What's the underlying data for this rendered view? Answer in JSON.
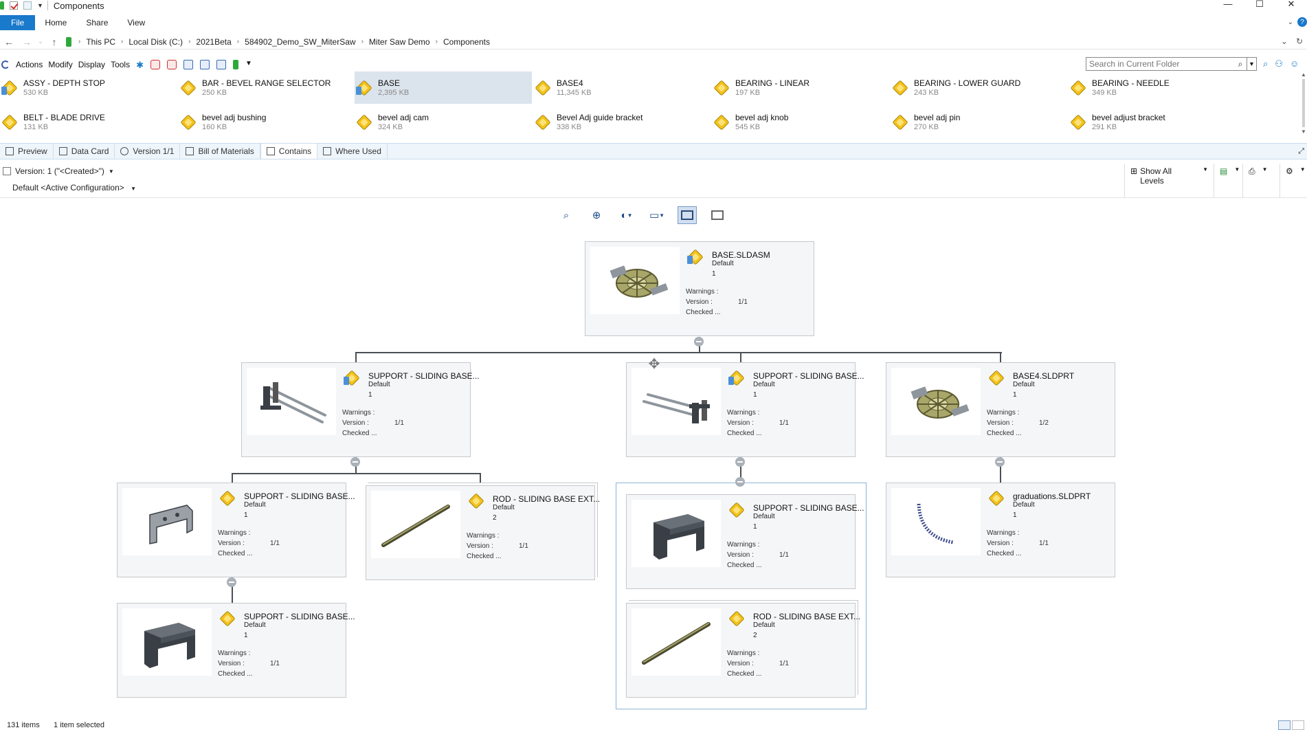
{
  "window": {
    "title": "Components",
    "minimize": "—",
    "maximize": "☐",
    "close": "✕"
  },
  "ribbon": {
    "tabs": [
      "File",
      "Home",
      "Share",
      "View"
    ]
  },
  "address": {
    "crumbs": [
      "This PC",
      "Local Disk (C:)",
      "2021Beta",
      "584902_Demo_SW_MiterSaw",
      "Miter Saw Demo",
      "Components"
    ]
  },
  "commands": {
    "menu": [
      "Actions",
      "Modify",
      "Display",
      "Tools"
    ],
    "search_placeholder": "Search in Current Folder"
  },
  "files": [
    {
      "name": "ASSY - DEPTH STOP",
      "size": "530 KB",
      "type": "asm"
    },
    {
      "name": "BAR - BEVEL RANGE SELECTOR",
      "size": "250 KB",
      "type": "part"
    },
    {
      "name": "BASE",
      "size": "2,395 KB",
      "type": "asm",
      "selected": true
    },
    {
      "name": "BASE4",
      "size": "11,345 KB",
      "type": "part"
    },
    {
      "name": "BEARING - LINEAR",
      "size": "197 KB",
      "type": "part"
    },
    {
      "name": "BEARING - LOWER GUARD",
      "size": "243 KB",
      "type": "part"
    },
    {
      "name": "BEARING - NEEDLE",
      "size": "349 KB",
      "type": "part"
    },
    {
      "name": "BELT - BLADE DRIVE",
      "size": "131 KB",
      "type": "part"
    },
    {
      "name": "bevel adj bushing",
      "size": "160 KB",
      "type": "part"
    },
    {
      "name": "bevel adj cam",
      "size": "324 KB",
      "type": "part"
    },
    {
      "name": "Bevel Adj guide bracket",
      "size": "338 KB",
      "type": "part"
    },
    {
      "name": "bevel adj knob",
      "size": "545 KB",
      "type": "part"
    },
    {
      "name": "bevel adj pin",
      "size": "270 KB",
      "type": "part"
    },
    {
      "name": "bevel adjust bracket",
      "size": "291 KB",
      "type": "part"
    }
  ],
  "view_tabs": [
    {
      "label": "Preview"
    },
    {
      "label": "Data Card"
    },
    {
      "label": "Version 1/1"
    },
    {
      "label": "Bill of Materials"
    },
    {
      "label": "Contains",
      "active": true
    },
    {
      "label": "Where Used"
    }
  ],
  "version_row": {
    "version": "Version: 1 (\"<Created>\")",
    "configuration": "Default <Active Configuration>",
    "show_levels": "Show All Levels"
  },
  "tree_labels": {
    "warnings": "Warnings :",
    "version": "Version :",
    "checked": "Checked ..."
  },
  "tree": [
    {
      "id": "root",
      "name": "BASE.SLDASM",
      "config": "Default",
      "qty": "1",
      "version": "1/1",
      "type": "asm",
      "thumb": "base"
    },
    {
      "id": "a1",
      "name": "SUPPORT - SLIDING BASE...",
      "config": "Default",
      "qty": "1",
      "version": "1/1",
      "type": "asm",
      "thumb": "rails"
    },
    {
      "id": "a2",
      "name": "SUPPORT - SLIDING BASE...",
      "config": "Default",
      "qty": "1",
      "version": "1/1",
      "type": "asm",
      "thumb": "rails2"
    },
    {
      "id": "a3",
      "name": "BASE4.SLDPRT",
      "config": "Default",
      "qty": "1",
      "version": "1/2",
      "type": "part",
      "thumb": "base"
    },
    {
      "id": "b1",
      "name": "SUPPORT - SLIDING BASE...",
      "config": "Default",
      "qty": "1",
      "version": "1/1",
      "type": "part",
      "thumb": "bracket"
    },
    {
      "id": "b2",
      "name": "ROD - SLIDING BASE EXT...",
      "config": "Default",
      "qty": "2",
      "version": "1/1",
      "type": "part",
      "thumb": "rod"
    },
    {
      "id": "b3",
      "name": "SUPPORT - SLIDING BASE...",
      "config": "Default",
      "qty": "1",
      "version": "1/1",
      "type": "part",
      "thumb": "block"
    },
    {
      "id": "b4",
      "name": "ROD - SLIDING BASE EXT...",
      "config": "Default",
      "qty": "2",
      "version": "1/1",
      "type": "part",
      "thumb": "rod"
    },
    {
      "id": "b5",
      "name": "graduations.SLDPRT",
      "config": "Default",
      "qty": "1",
      "version": "1/1",
      "type": "part",
      "thumb": "arc"
    },
    {
      "id": "c1",
      "name": "SUPPORT - SLIDING BASE...",
      "config": "Default",
      "qty": "1",
      "version": "1/1",
      "type": "part",
      "thumb": "block"
    }
  ],
  "status": {
    "items": "131 items",
    "selected": "1 item selected"
  }
}
